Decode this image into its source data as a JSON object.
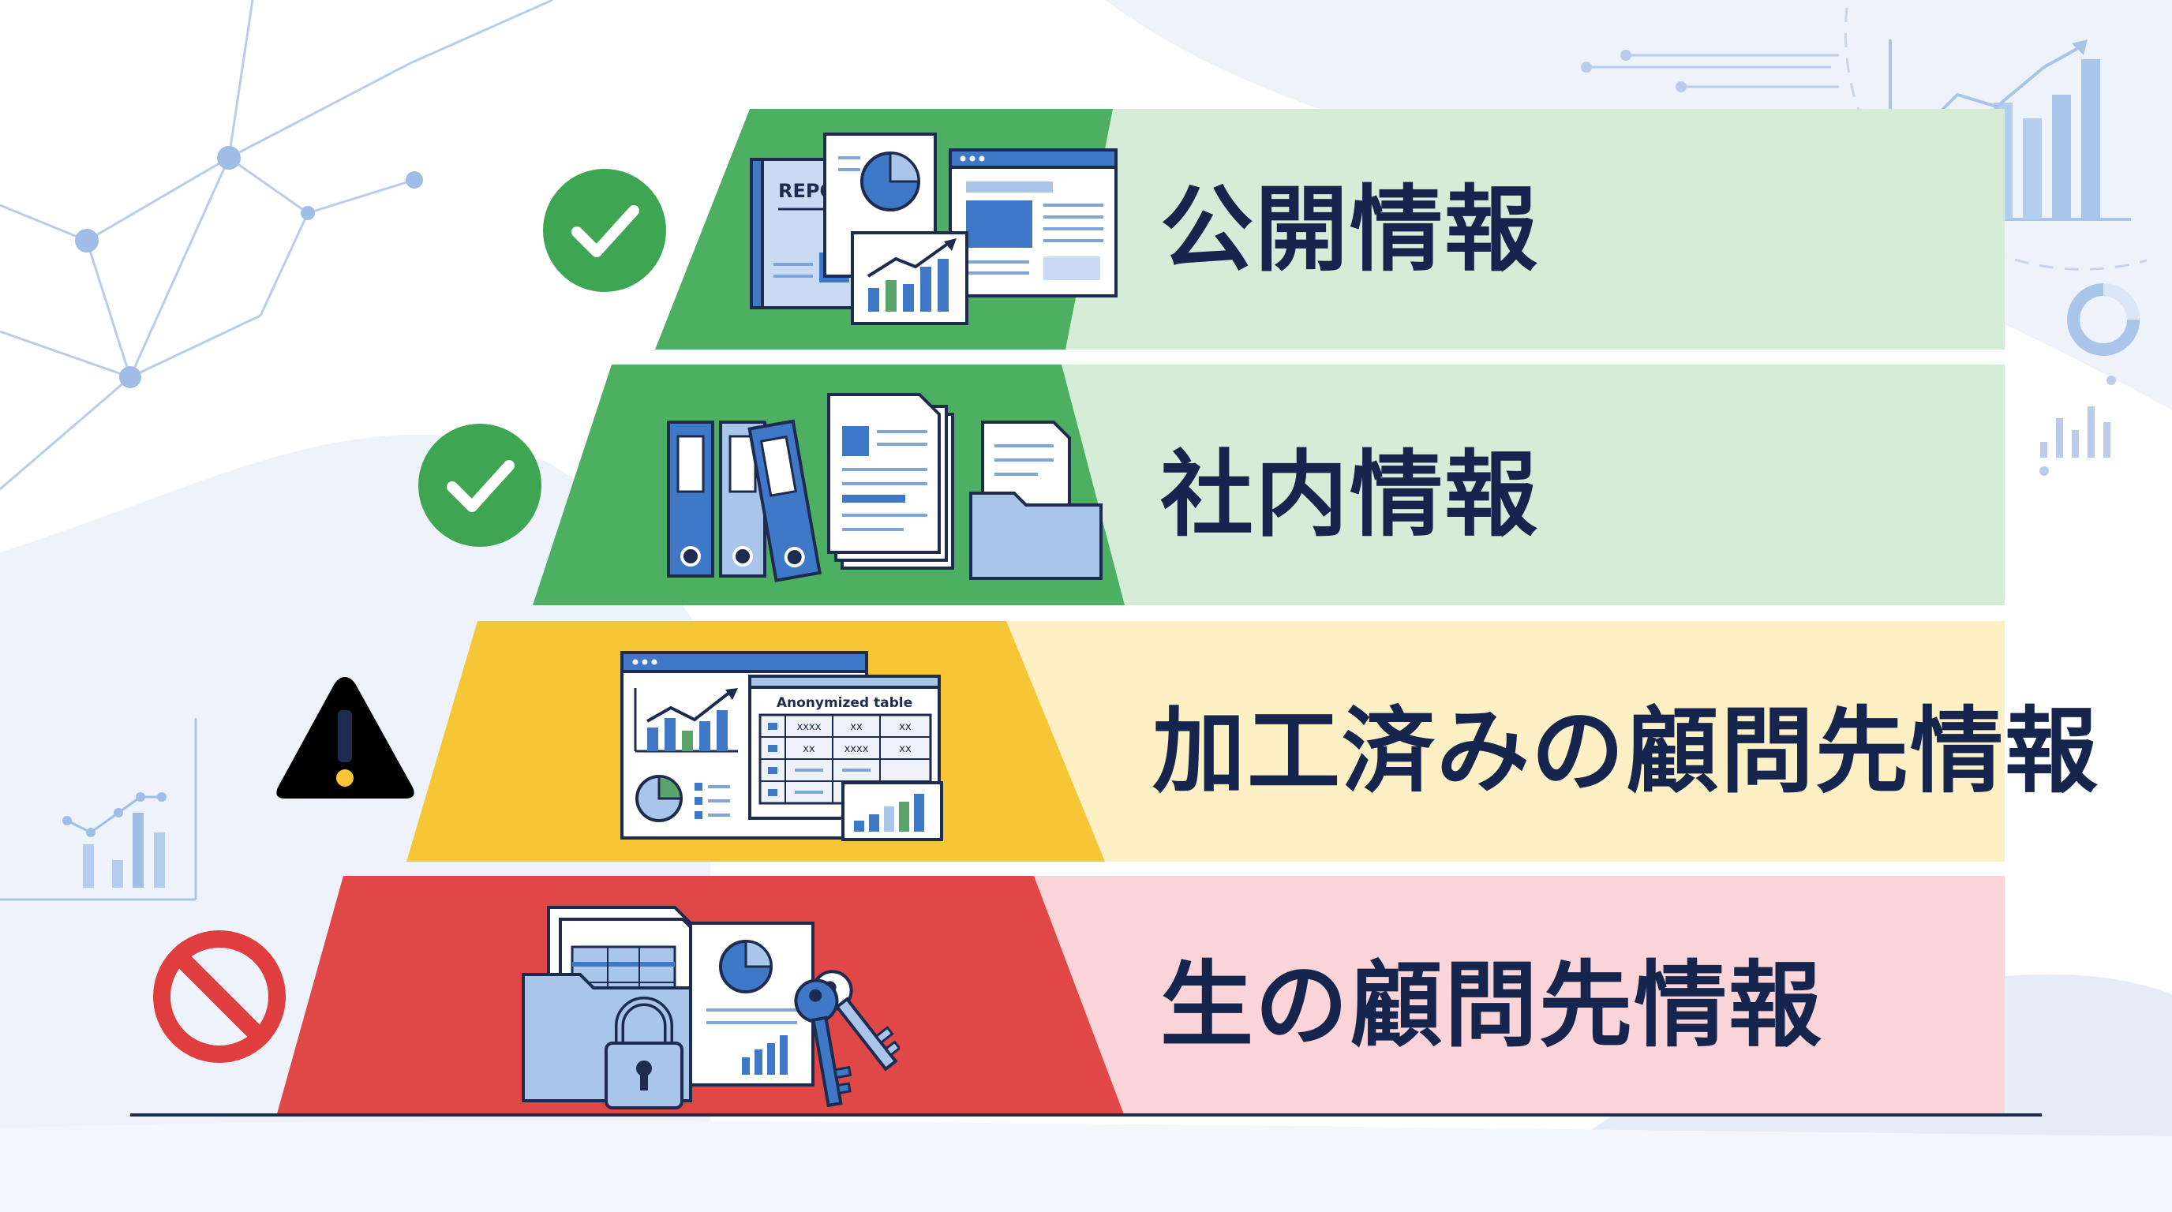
{
  "tiers": [
    {
      "label": "公開情報",
      "status": "allowed",
      "status_icon": "check-circle-icon",
      "illustration": "report-documents-icon",
      "report_text": "REPORT",
      "colors": {
        "trapezoid": "#4caf62",
        "band": "#d5ecd7",
        "status": "#3ea553"
      }
    },
    {
      "label": "社内情報",
      "status": "allowed",
      "status_icon": "check-circle-icon",
      "illustration": "binders-files-icon",
      "colors": {
        "trapezoid": "#4caf62",
        "band": "#d5ecd7",
        "status": "#3ea553"
      }
    },
    {
      "label": "加工済みの顧問先情報",
      "status": "caution",
      "status_icon": "warning-triangle-icon",
      "illustration": "anonymized-dashboard-icon",
      "table_title": "Anonymized table",
      "table_cells": [
        "xxxx",
        "xx",
        "xx",
        "xx",
        "xxxx",
        "xx"
      ],
      "colors": {
        "trapezoid": "#f7c637",
        "band": "#fdf0c4",
        "status": "#f7c637"
      }
    },
    {
      "label": "生の顧問先情報",
      "status": "prohibited",
      "status_icon": "prohibited-icon",
      "illustration": "locked-folder-key-icon",
      "colors": {
        "trapezoid": "#e04848",
        "band": "#fad4d6",
        "status": "#e03e3e"
      }
    }
  ],
  "palette": {
    "ink": "#1d2b4f",
    "icon_blue": "#3f78c6",
    "icon_light": "#a9c6ea",
    "bg_soft": "#eef3fb"
  }
}
